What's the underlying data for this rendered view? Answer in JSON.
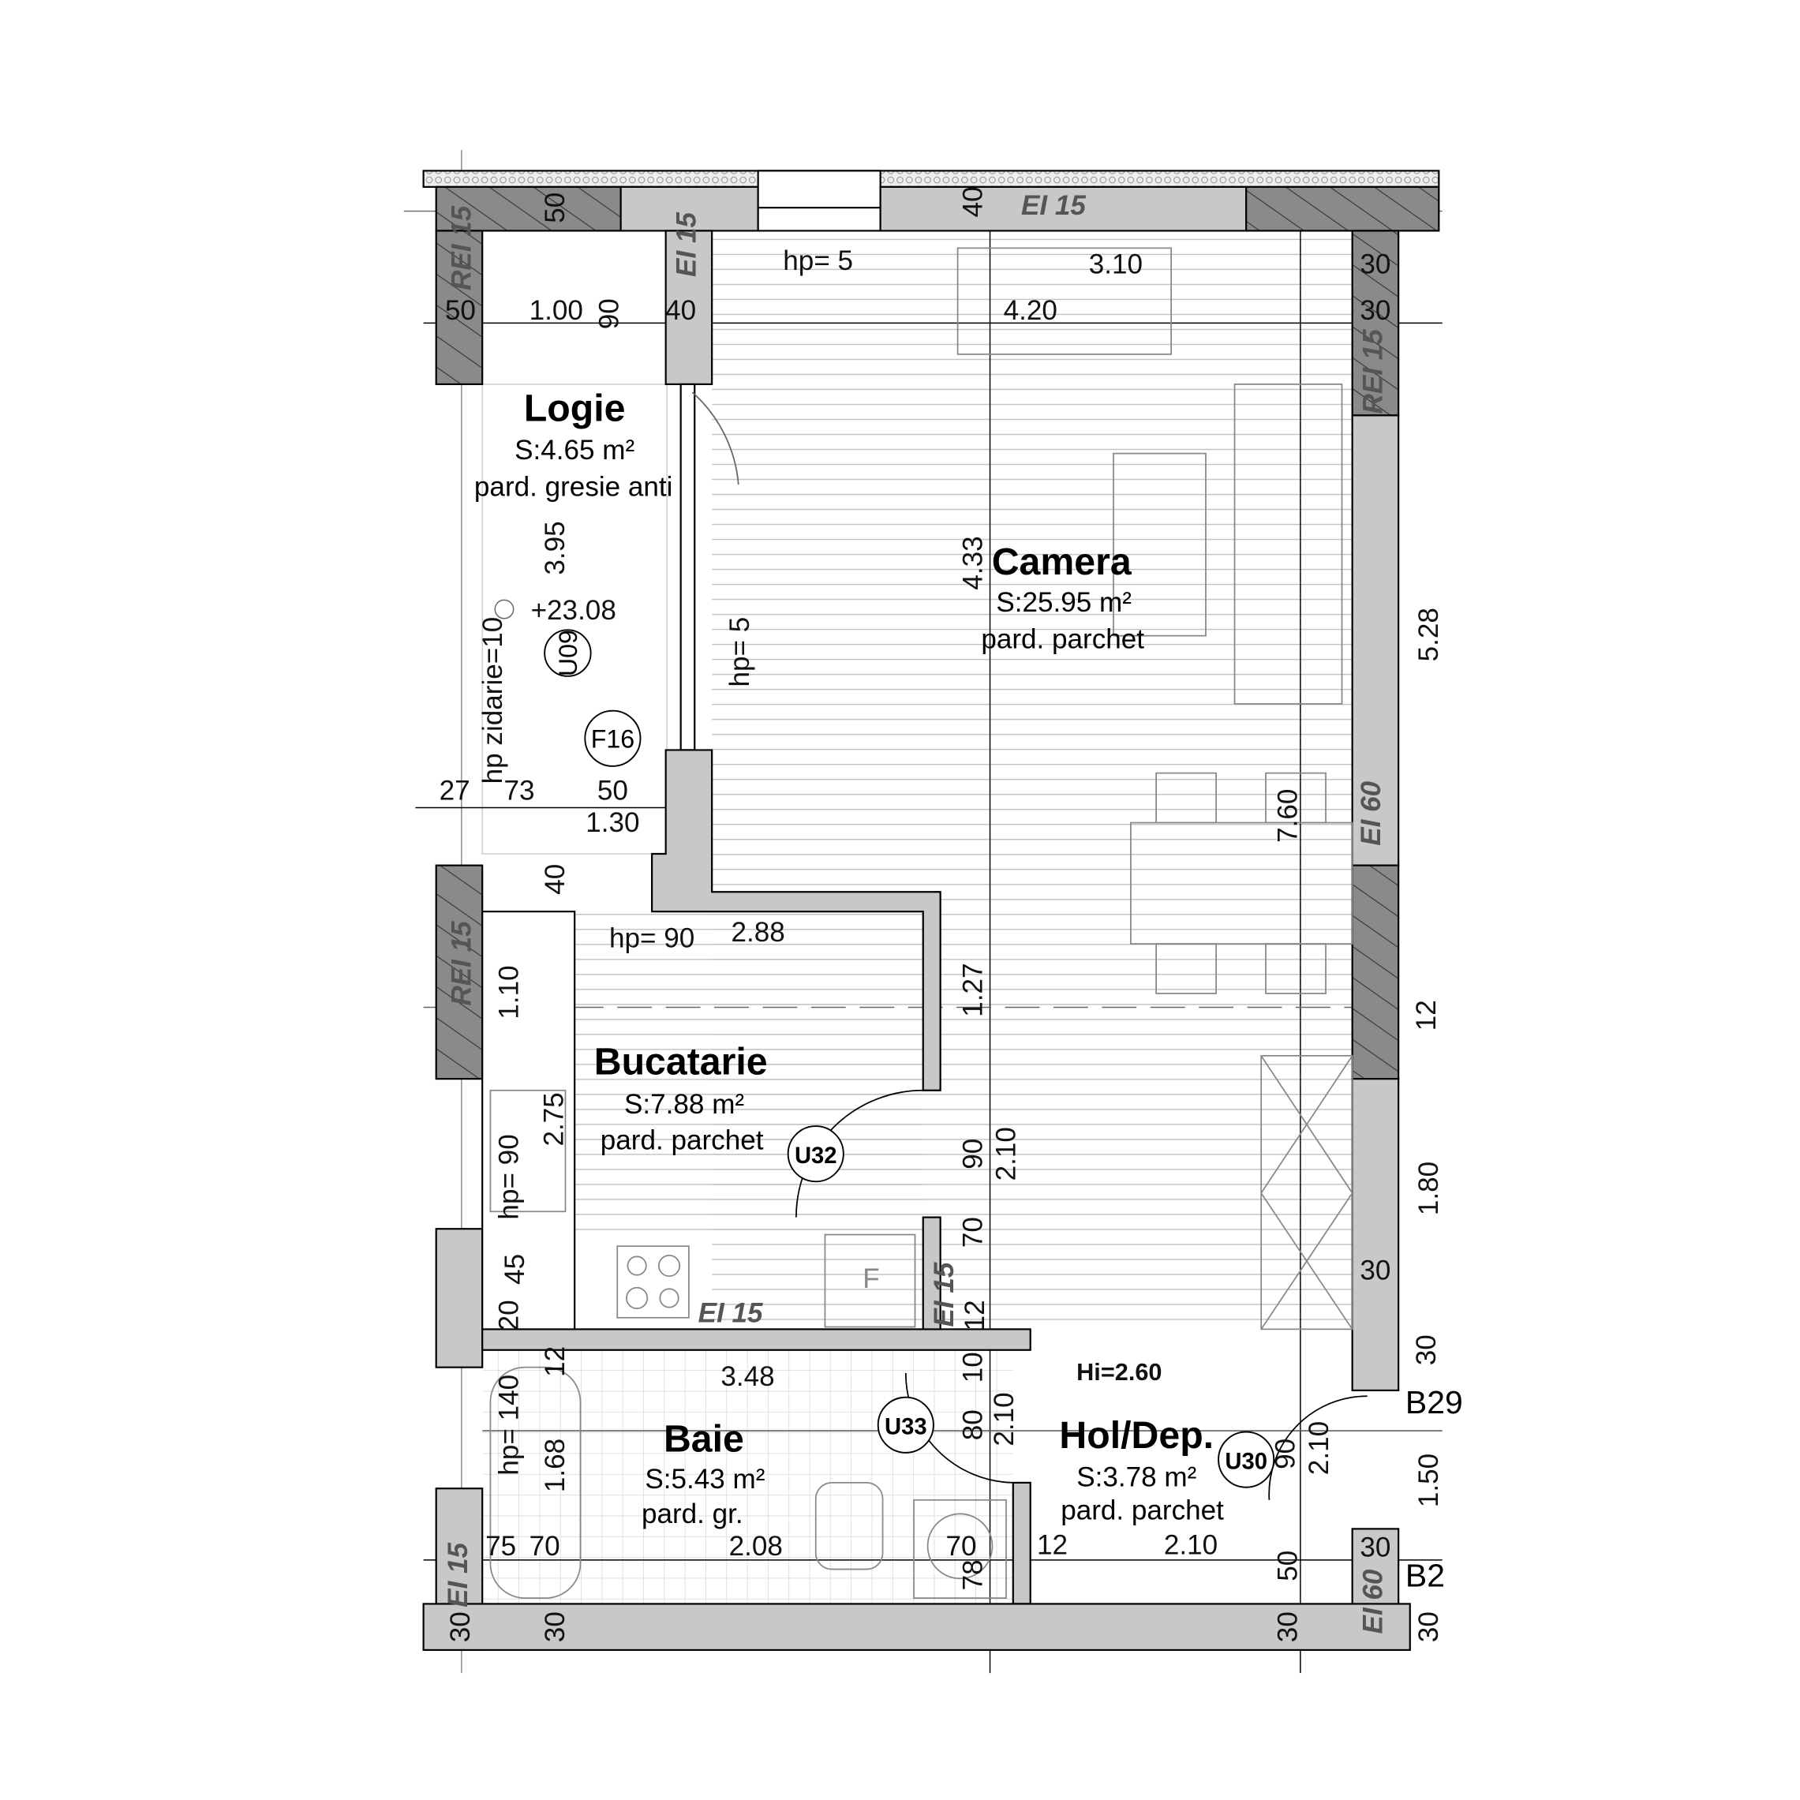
{
  "rooms": {
    "logie": {
      "name": "Logie",
      "area": "S:4.65 m²",
      "floor": "pard. gresie anti"
    },
    "camera": {
      "name": "Camera",
      "area": "S:25.95 m²",
      "floor": "pard. parchet"
    },
    "bucatarie": {
      "name": "Bucatarie",
      "area": "S:7.88 m²",
      "floor": "pard. parchet"
    },
    "baie": {
      "name": "Baie",
      "area": "S:5.43 m²",
      "floor": "pard. gr."
    },
    "hol": {
      "name": "Hol/Dep.",
      "area": "S:3.78 m²",
      "floor": "pard. parchet"
    }
  },
  "ceiling_height": "Hi=2.60",
  "level_mark": "+23.08",
  "fridge_label": "F",
  "tags": [
    "U09",
    "F16",
    "U32",
    "U33",
    "U30"
  ],
  "external_codes": [
    "B29",
    "B2"
  ],
  "wall_ratings": [
    "REI 15",
    "EI 15",
    "EI 15",
    "REI 15",
    "EI 60",
    "REI 15",
    "EI 15",
    "EI 15",
    "EI 15",
    "EI 60"
  ],
  "dimensions_horizontal": [
    "hp= 5",
    "3.10",
    "4.20",
    "50",
    "1.00",
    "40",
    "30",
    "30",
    "27",
    "73",
    "50",
    "1.30",
    "hp= 90",
    "2.88",
    "3.48",
    "2.08",
    "75",
    "70",
    "70",
    "12",
    "2.10",
    "30",
    "30"
  ],
  "dimensions_vertical": [
    "50",
    "40",
    "90",
    "3.95",
    "hp zidarie=10",
    "hp= 5",
    "4.33",
    "5.28",
    "7.60",
    "40",
    "1.10",
    "1.27",
    "12",
    "2.75",
    "hp= 90",
    "90",
    "2.10",
    "1.80",
    "70",
    "45",
    "20",
    "12",
    "12",
    "10",
    "hp= 140",
    "1.68",
    "80",
    "2.10",
    "90",
    "2.10",
    "1.50",
    "30",
    "78",
    "50",
    "30",
    "30",
    "30",
    "30"
  ],
  "colors": {
    "wall_concrete": "#8a8a8a",
    "wall_masonry": "#c8c8c8",
    "floor_lines": "#c4c4c4",
    "line": "#000000"
  }
}
